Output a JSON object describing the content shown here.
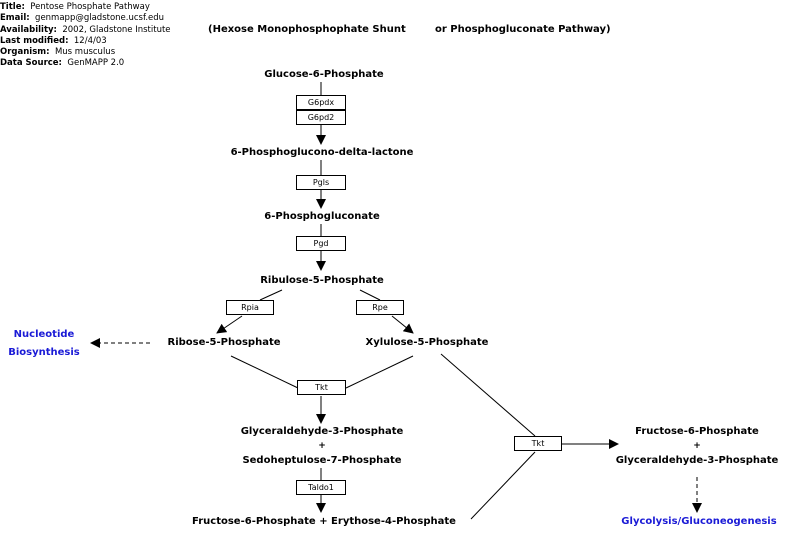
{
  "info": {
    "title_label": "Title:",
    "title": "Pentose Phosphate Pathway",
    "email_label": "Email:",
    "email": "genmapp@gladstone.ucsf.edu",
    "availability_label": "Availability:",
    "availability": "2002, Gladstone Institute",
    "modified_label": "Last modified:",
    "modified": "12/4/03",
    "organism_label": "Organism:",
    "organism": "Mus musculus",
    "source_label": "Data Source:",
    "source": "GenMAPP 2.0"
  },
  "header": {
    "left": "(Hexose Monophosphophate Shunt",
    "right": "or Phosphogluconate Pathway)"
  },
  "metabolites": {
    "g6p": "Glucose-6-Phosphate",
    "pgdl": "6-Phosphoglucono-delta-lactone",
    "pg": "6-Phosphogluconate",
    "ru5p": "Ribulose-5-Phosphate",
    "r5p": "Ribose-5-Phosphate",
    "x5p": "Xylulose-5-Phosphate",
    "gap": "Glyceraldehyde-3-Phosphate",
    "plus": "+",
    "s7p": "Sedoheptulose-7-Phosphate",
    "f6p_e4p": "Fructose-6-Phosphate + Erythose-4-Phosphate",
    "f6p": "Fructose-6-Phosphate",
    "gap2": "Glyceraldehyde-3-Phosphate"
  },
  "links": {
    "nucleotide_1": "Nucleotide",
    "nucleotide_2": "Biosynthesis",
    "glycolysis": "Glycolysis/Gluconeogenesis"
  },
  "genes": {
    "g6pdx": "G6pdx",
    "g6pd2": "G6pd2",
    "pgls": "Pgls",
    "pgd": "Pgd",
    "rpia": "Rpia",
    "rpe": "Rpe",
    "tkt1": "Tkt",
    "tkt2": "Tkt",
    "taldo1": "Taldo1"
  },
  "colors": {
    "link": "#1a1ad6",
    "line": "#000000"
  }
}
